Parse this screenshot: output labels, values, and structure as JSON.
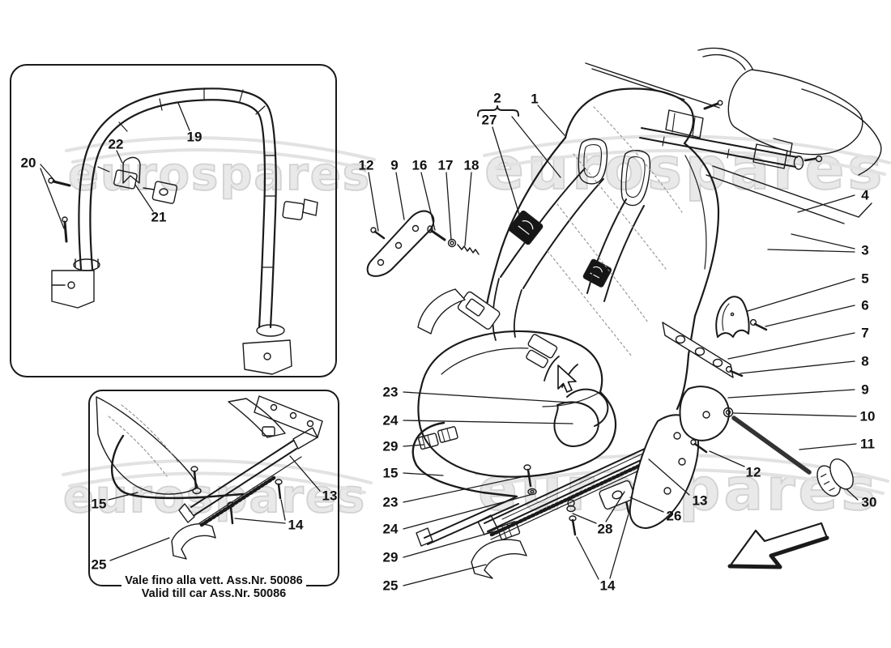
{
  "watermark": {
    "text": "eurospares"
  },
  "inset_note": {
    "line1": "Vale fino alla vett. Ass.Nr. 50086",
    "line2": "Valid till car Ass.Nr. 50086"
  },
  "callouts": [
    {
      "label": "20"
    },
    {
      "label": "22"
    },
    {
      "label": "19"
    },
    {
      "label": "21"
    },
    {
      "label": "15"
    },
    {
      "label": "25"
    },
    {
      "label": "13"
    },
    {
      "label": "14"
    },
    {
      "label": "2"
    },
    {
      "label": "27"
    },
    {
      "label": "1"
    },
    {
      "label": "12"
    },
    {
      "label": "9"
    },
    {
      "label": "16"
    },
    {
      "label": "17"
    },
    {
      "label": "18"
    },
    {
      "label": "4"
    },
    {
      "label": "3"
    },
    {
      "label": "5"
    },
    {
      "label": "6"
    },
    {
      "label": "7"
    },
    {
      "label": "8"
    },
    {
      "label": "9"
    },
    {
      "label": "10"
    },
    {
      "label": "11"
    },
    {
      "label": "12"
    },
    {
      "label": "30"
    },
    {
      "label": "13"
    },
    {
      "label": "26"
    },
    {
      "label": "28"
    },
    {
      "label": "14"
    },
    {
      "label": "23"
    },
    {
      "label": "24"
    },
    {
      "label": "29"
    },
    {
      "label": "15"
    },
    {
      "label": "23"
    },
    {
      "label": "24"
    },
    {
      "label": "29"
    },
    {
      "label": "25"
    }
  ],
  "icons": {
    "cursor": "mouse-pointer",
    "direction_arrow": "left-down-arrow"
  },
  "colors": {
    "line": "#1a1a1a",
    "watermark": "#d9d9d9",
    "rod": "#333333"
  }
}
